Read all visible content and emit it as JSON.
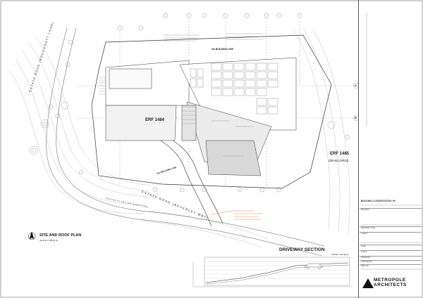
{
  "drawing": {
    "site_plan_title": "SITE AND ROOF PLAN",
    "site_plan_scale": "SCALE 1:100 @ A1",
    "section_title": "DRIVEWAY SECTION",
    "section_scale": "SCALE 1:100 @ A1",
    "erf_main": "ERF 1484",
    "erf_neighbour": "ERF 1485",
    "erf_neighbour_note": "(DEVELOPED)",
    "road_left": "ESTATE ROAD (BOCCUOOTT LANE)",
    "road_bottom": "ESTATE ROAD (BEVERLEY WAY)",
    "building_line": "3m BUILDING LINE",
    "building_line_bottom": "5m BUILDING LINE",
    "servitude": "YESTDA PLANTING SERVITUDE",
    "grid_letter_a": "A",
    "grid_letter_b": "B"
  },
  "title_block": {
    "heading": "BUILDING CLASSIFICATION: H4",
    "rows": [
      {
        "key": "PROJECT",
        "value": ""
      },
      {
        "key": "DRAWING TITLE",
        "value": ""
      },
      {
        "key": "CLIENT",
        "value": ""
      },
      {
        "key": "DATE",
        "value": ""
      },
      {
        "key": "SCALE",
        "value": ""
      },
      {
        "key": "DRAWN BY",
        "value": ""
      },
      {
        "key": "CHECKED BY",
        "value": ""
      },
      {
        "key": "DWG NO",
        "value": ""
      }
    ],
    "brand_line1": "METROPOLE",
    "brand_line2": "ARCHITECTS"
  }
}
